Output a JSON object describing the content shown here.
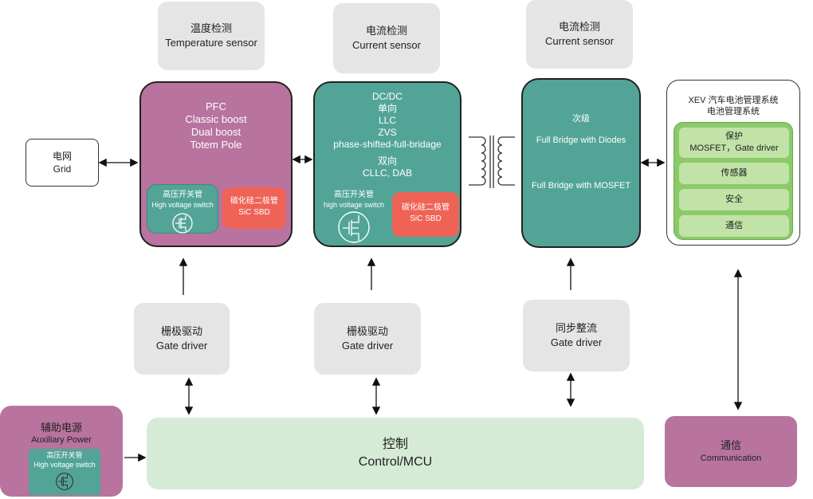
{
  "sensors": {
    "temperature": {
      "cn": "温度检测",
      "en": "Temperature sensor"
    },
    "current1": {
      "cn": "电流检测",
      "en": "Current sensor"
    },
    "current2": {
      "cn": "电流检测",
      "en": "Current sensor"
    }
  },
  "grid": {
    "cn": "电网",
    "en": "Grid"
  },
  "pfc": {
    "lines": [
      "PFC",
      "Classic boost",
      "Dual boost",
      "Totem Pole"
    ],
    "hv_switch": {
      "cn": "高压开关管",
      "en": "High voltage switch"
    },
    "sic": {
      "cn": "碳化硅二极管",
      "en": "SiC SBD"
    }
  },
  "dcdc": {
    "lines": [
      "DC/DC",
      "单向",
      "LLC",
      "ZVS",
      "phase-shifted-full-bridage"
    ],
    "bidir": [
      "双向",
      "CLLC, DAB"
    ],
    "hv_switch": {
      "cn": "高压开关管",
      "en": "high voltage switch"
    },
    "sic": {
      "cn": "碳化硅二极管",
      "en": "SiC SBD"
    }
  },
  "secondary": {
    "title": "次级",
    "line1": "Full Bridge with Diodes",
    "line2": "Full Bridge with MOSFET"
  },
  "bms": {
    "title1": "XEV 汽车电池管理系统",
    "title2": "电池管理系统",
    "protect_cn": "保护",
    "protect_en": "MOSFET，Gate driver",
    "items": [
      "传感器",
      "安全",
      "通信"
    ]
  },
  "drivers": {
    "d1": {
      "cn": "栅极驱动",
      "en": "Gate driver"
    },
    "d2": {
      "cn": "栅极驱动",
      "en": "Gate driver"
    },
    "d3": {
      "cn": "同步整流",
      "en": "Gate driver"
    }
  },
  "aux": {
    "cn": "辅助电源",
    "en": "Auxiliary Power",
    "hv_switch": {
      "cn": "高压开关管",
      "en": "High voltage switch"
    }
  },
  "control": {
    "cn": "控制",
    "en": "Control/MCU"
  },
  "comm": {
    "cn": "通信",
    "en": "Communication"
  },
  "colors": {
    "pfc_purple": "#b8739f",
    "dcdc_teal": "#52a596",
    "sic_red": "#ef6357",
    "control_green": "#d5ebd5",
    "bms_green": "#8cc96a",
    "sensor_gray": "#e5e5e5"
  }
}
